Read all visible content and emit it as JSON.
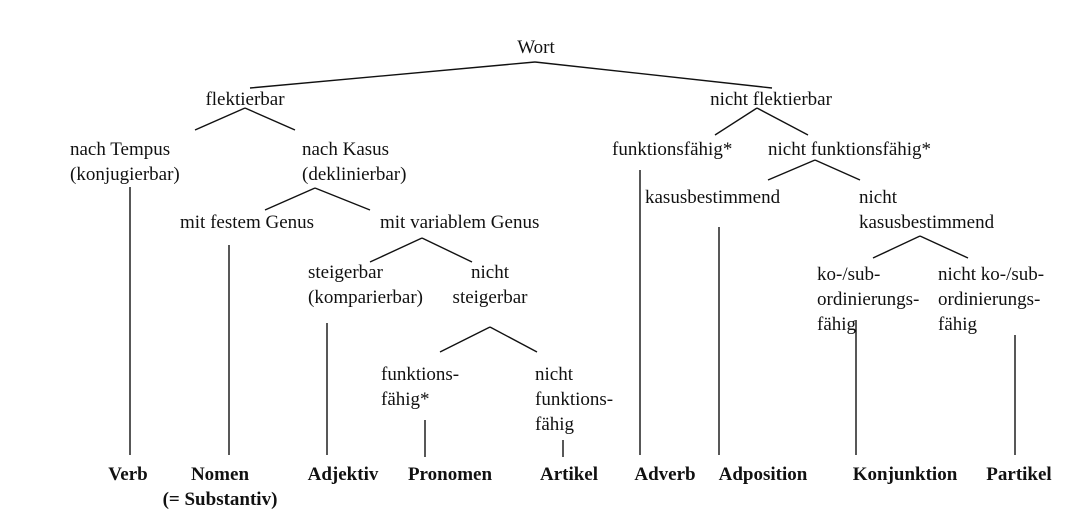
{
  "nodes": {
    "wort": "Wort",
    "flektierbar": "flektierbar",
    "nicht_flektierbar": "nicht flektierbar",
    "nach_tempus": [
      "nach Tempus",
      "(konjugierbar)"
    ],
    "nach_kasus": [
      "nach Kasus",
      "(deklinierbar)"
    ],
    "festes_genus": "mit festem Genus",
    "variables_genus": "mit variablem Genus",
    "steigerbar": [
      "steigerbar",
      "(komparierbar)"
    ],
    "nicht_steigerbar": [
      "nicht",
      "steigerbar"
    ],
    "funktionsfaehig_pron": [
      "funktions-",
      "fähig*"
    ],
    "nicht_funktionsfaehig_art": [
      "nicht",
      "funktions-",
      "fähig"
    ],
    "funktionsfaehig": "funktionsfähig*",
    "nicht_funktionsfaehig": "nicht funktionsfähig*",
    "kasusbestimmend": "kasusbestimmend",
    "nicht_kasusbestimmend": [
      "nicht",
      "kasusbestimmend"
    ],
    "ordinierungsfaehig": [
      "ko-/sub-",
      "ordinierungs-",
      "fähig"
    ],
    "nicht_ordinierungsfaehig": [
      "nicht ko-/sub-",
      "ordinierungs-",
      "fähig"
    ]
  },
  "parts_of_speech": {
    "verb": "Verb",
    "nomen": [
      "Nomen",
      "(= Substantiv)"
    ],
    "adjektiv": "Adjektiv",
    "pronomen": "Pronomen",
    "artikel": "Artikel",
    "adverb": "Adverb",
    "adposition": "Adposition",
    "konjunktion": "Konjunktion",
    "partikel": "Partikel"
  }
}
